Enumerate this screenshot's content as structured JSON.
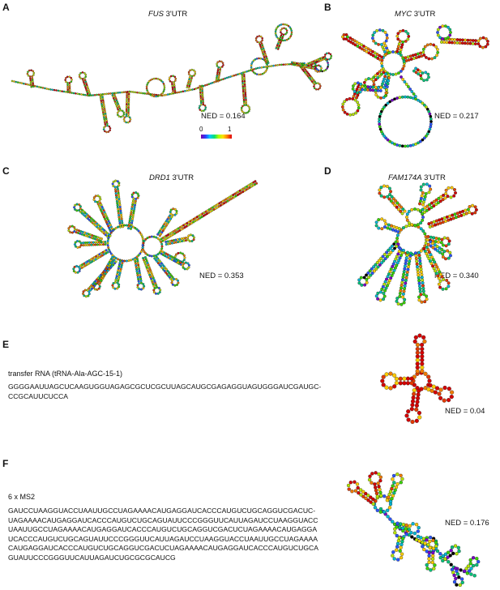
{
  "panels": [
    {
      "letter": "A",
      "gene": "FUS",
      "suffix": " 3'UTR",
      "ned": "NED = 0.164"
    },
    {
      "letter": "B",
      "gene": "MYC",
      "suffix": " 3'UTR",
      "ned": "NED = 0.217"
    },
    {
      "letter": "C",
      "gene": "DRD1",
      "suffix": " 3'UTR",
      "ned": "NED = 0.353"
    },
    {
      "letter": "D",
      "gene": "FAM174A",
      "suffix": " 3'UTR",
      "ned": "NED = 0.340"
    },
    {
      "letter": "E",
      "label": "transfer RNA (tRNA-Ala-AGC-15-1)",
      "ned": "NED = 0.04",
      "sequence": [
        "GGGGAAUUAGCUCAAGUGGUAGAGCGCUCGCUUAGCAUGCGAGAGGUAGUGGGAUCGAUGC-",
        "CCGCAUUCUCCA"
      ]
    },
    {
      "letter": "F",
      "label": "6 x MS2",
      "ned": "NED = 0.176",
      "sequence": [
        "GAUCCUAAGGUACCUAAUUGCCUAGAAAACAUGAGGAUCACCCAUGUCUGCAGGUCGACUC-",
        "UAGAAAACAUGAGGAUCACCCAUGUCUGCAGUAUUCCCGGGUUCAUUAGAUCCUAAGGUACC",
        "UAAUUGCCUAGAAAACAUGAGGAUCACCCAUGUCUGCAGGUCGACUCUAGAAAACAUGAGGA",
        "UCACCCAUGUCUGCAGUAUUCCCGGGUUCAUUAGAUCCUAAGGUACCUAAUUGCCUAGAAAA",
        "CAUGAGGAUCACCCAUGUCUGCAGGUCGACUCUAGAAAACAUGAGGAUCACCCAUGUCUGCA",
        "GUAUUCCCGGGUUCAUUAGAUCUGCGCGCAUCG"
      ]
    }
  ],
  "colorbar": {
    "min_label": "0",
    "max_label": "1"
  }
}
